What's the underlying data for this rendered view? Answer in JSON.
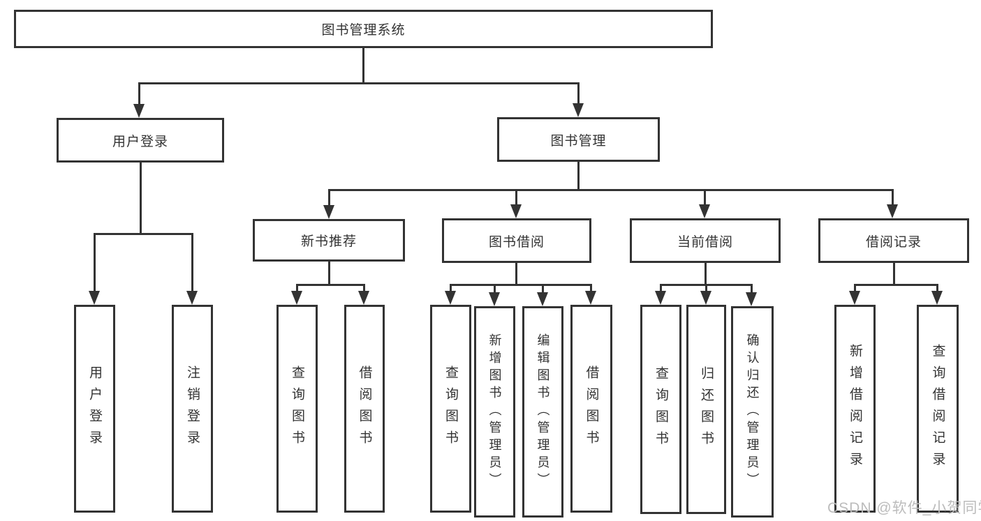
{
  "diagram_title": "图书管理系统",
  "tree": {
    "label": "图书管理系统",
    "children": [
      {
        "label": "用户登录",
        "children": [
          {
            "label": "用户登录"
          },
          {
            "label": "注销登录"
          }
        ]
      },
      {
        "label": "图书管理",
        "children": [
          {
            "label": "新书推荐",
            "children": [
              {
                "label": "查询图书"
              },
              {
                "label": "借阅图书"
              }
            ]
          },
          {
            "label": "图书借阅",
            "children": [
              {
                "label": "查询图书"
              },
              {
                "label": "新增图书（管理员）"
              },
              {
                "label": "编辑图书（管理员）"
              },
              {
                "label": "借阅图书"
              }
            ]
          },
          {
            "label": "当前借阅",
            "children": [
              {
                "label": "查询图书"
              },
              {
                "label": "归还图书"
              },
              {
                "label": "确认归还（管理员）"
              }
            ]
          },
          {
            "label": "借阅记录",
            "children": [
              {
                "label": "新增借阅记录"
              },
              {
                "label": "查询借阅记录"
              }
            ]
          }
        ]
      }
    ]
  },
  "colors": {
    "line": "#333333",
    "text": "#333333",
    "background": "#ffffff",
    "watermark_text_color": "#bcbcbc"
  },
  "watermark": {
    "text": "CSDN @软件_小贺同学"
  }
}
